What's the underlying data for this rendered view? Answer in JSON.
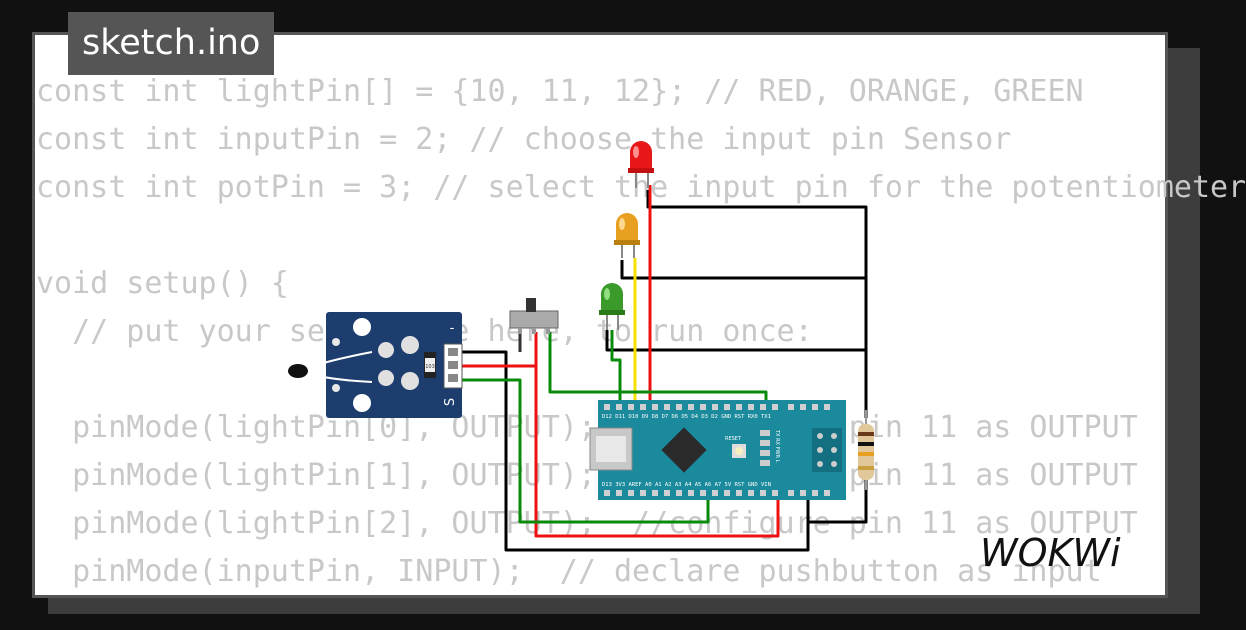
{
  "file_tab": {
    "label": "sketch.ino"
  },
  "code_lines": [
    "const int lightPin[] = {10, 11, 12}; // RED, ORANGE, GREEN",
    "const int inputPin = 2; // choose the input pin Sensor",
    "const int potPin = 3; // select the input pin for the potentiometer",
    "",
    "void setup() {",
    "  // put your setup code here, to run once:",
    "",
    "  pinMode(lightPin[0], OUTPUT);  //configure pin 11 as OUTPUT",
    "  pinMode(lightPin[1], OUTPUT);  //configure pin 11 as OUTPUT",
    "  pinMode(lightPin[2], OUTPUT);  //configure pin 11 as OUTPUT",
    "  pinMode(inputPin, INPUT);  // declare pushbutton as input"
  ],
  "sensor_module": {
    "pin_label": "S",
    "minus_label": "-",
    "resistor_code": "103"
  },
  "arduino": {
    "top_pins_label": "D12 D11 D10 D9 D8 D7 D6 D5 D4 D3 D2 GND RST RX0 TX1",
    "bottom_pins_label": "D13 3V3 AREF A0 A1 A2 A3 A4 A5 A6 A7 5V RST GND VIN",
    "reset_label": "RESET",
    "led_labels": "TX RX PWR L"
  },
  "logo": {
    "text": "WOKWi"
  },
  "colors": {
    "background": "#111111",
    "card": "#ffffff",
    "code_text": "#c8c8c8",
    "tab": "#555555",
    "board": "#1a8a9c",
    "sensor_board": "#1d3d6e",
    "wire_red": "#ee1111",
    "wire_green": "#0a8a0a",
    "wire_yellow": "#f5e000",
    "wire_black": "#000000",
    "led_red": "#e81818",
    "led_orange": "#e8a020",
    "led_green": "#3a9a2a"
  }
}
